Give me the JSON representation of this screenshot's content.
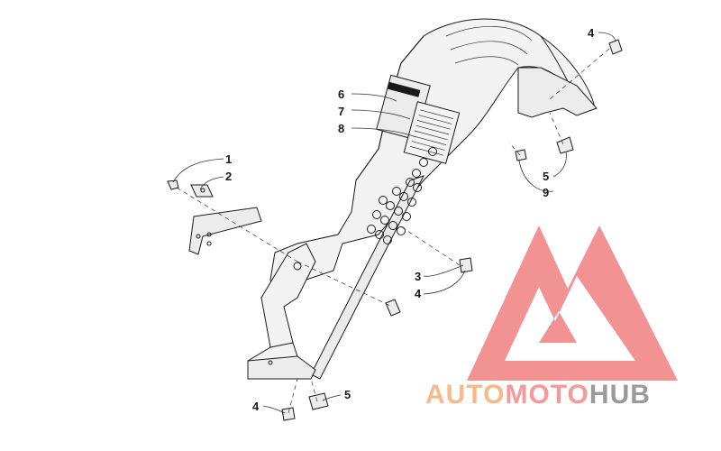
{
  "callouts": {
    "c1": "1",
    "c2": "2",
    "c3": "3",
    "c4a": "4",
    "c4b": "4",
    "c4c": "4",
    "c5a": "5",
    "c5b": "5",
    "c6": "6",
    "c7": "7",
    "c8": "8",
    "c9": "9"
  },
  "logo": {
    "part1": "AUTO",
    "part2": "MOTO",
    "part3": "HUB",
    "color_auto": "#f5b98a",
    "color_moto": "#f59a9a",
    "color_hub": "#9a9a9a",
    "mark_color": "#f07f7f"
  }
}
